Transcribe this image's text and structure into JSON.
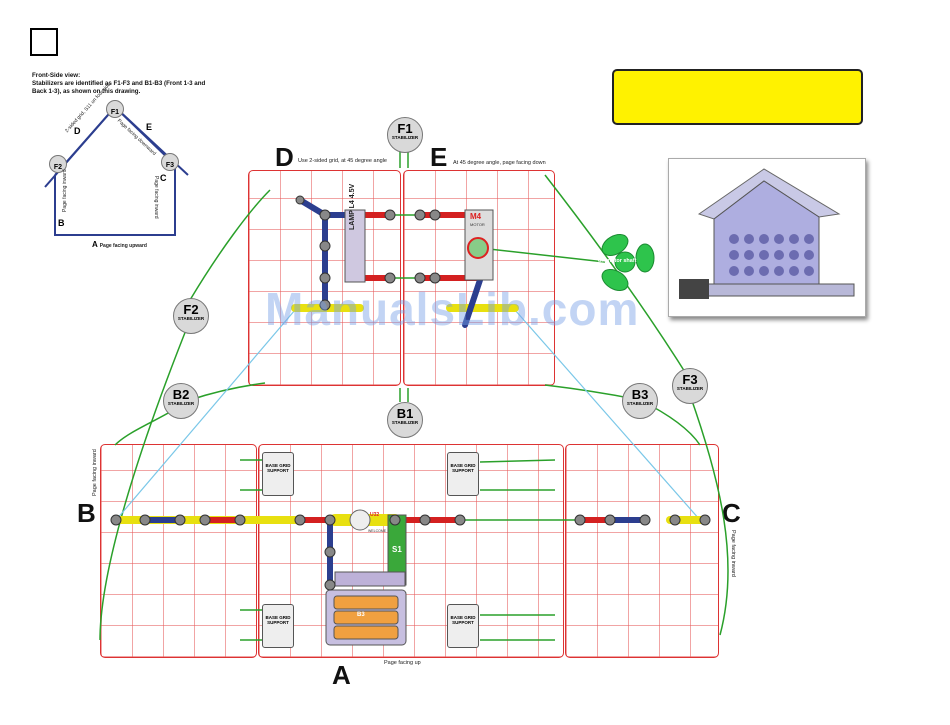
{
  "intro": {
    "line1": "Front-Side view:",
    "line2": "Stabilizers are identified as F1-F3 and B1-B3 (Front 1-3 and Back 1-3), as shown on this drawing."
  },
  "side_view": {
    "labels": {
      "F1": "F1",
      "F2": "F2",
      "F3": "F3",
      "D": "D",
      "E": "E",
      "B": "B",
      "C": "C",
      "A": "A"
    },
    "d_note": "2-sided grid, S11 on four side",
    "e_note": "Page facing downward",
    "b_note": "Page facing inward",
    "c_note": "Page facing inward",
    "a_note": "Page facing upward"
  },
  "stabilizer_sub": "STABILIZER",
  "stabilizers": [
    "F1",
    "F2",
    "F3",
    "B1",
    "B2",
    "B3"
  ],
  "panels": {
    "D": {
      "letter": "D",
      "note": "Use 2-sided grid, at 45 degree angle"
    },
    "E": {
      "letter": "E",
      "note": "At 45 degree angle, page facing down"
    },
    "A": {
      "letter": "A",
      "note": "Page facing up"
    },
    "B": {
      "letter": "B",
      "note": "Page facing inward"
    },
    "C": {
      "letter": "C",
      "note": "Page facing inward"
    }
  },
  "parts": {
    "lamp": "LAMP L4 4.5V",
    "motor": "M4",
    "motor_sub": "MOTOR",
    "fan_label": "on motor shaft",
    "switch": "S1",
    "u32": "U32",
    "welcome": "WELCOME",
    "battery": "B3",
    "base_grid_support": "BASE GRID SUPPORT"
  },
  "watermark": "ManualsLib.com"
}
